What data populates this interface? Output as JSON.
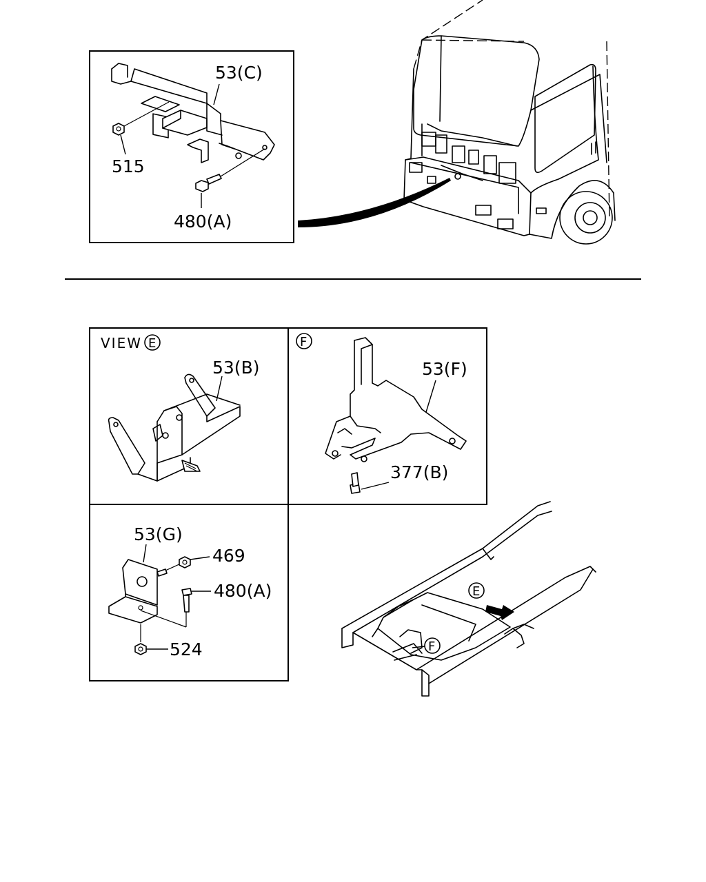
{
  "top_panel": {
    "labels": [
      "53(C)",
      "515",
      "480(A)"
    ]
  },
  "view_e_panel": {
    "title_text": "VIEW",
    "title_marker": "E",
    "part_label": "53(B)"
  },
  "view_f_panel": {
    "marker": "F",
    "part_label": "53(F)",
    "bolt_label": "377(B)"
  },
  "bottom_left_panel": {
    "labels": [
      "53(G)",
      "469",
      "480(A)",
      "524"
    ]
  },
  "frame_view": {
    "marker_e": "E",
    "marker_f": "F"
  }
}
